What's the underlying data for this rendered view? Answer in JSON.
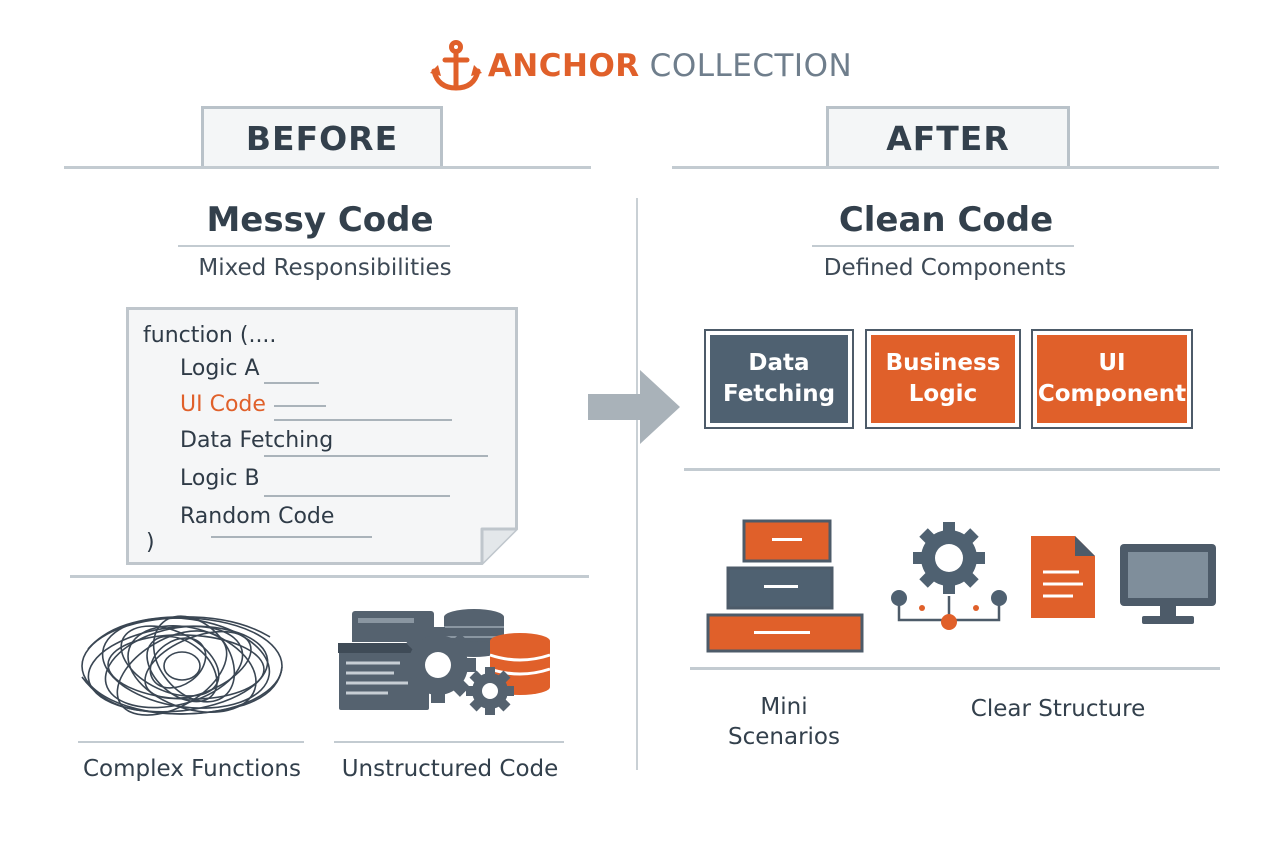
{
  "brand": {
    "word1": "ANCHOR",
    "word2": "COLLECTION",
    "icon": "anchor-icon"
  },
  "colors": {
    "orange": "#e0602a",
    "slate": "#4f6171",
    "dark": "#33404c",
    "line": "#c3cbd1"
  },
  "before": {
    "tab": "BEFORE",
    "title": "Messy Code",
    "subtitle": "Mixed Responsibilities",
    "code_lines": [
      "function (....",
      "Logic A",
      "UI Code",
      "Data Fetching",
      "Logic B",
      "Random Code",
      ")"
    ],
    "labels": [
      "Complex Functions",
      "Unstructured Code"
    ]
  },
  "after": {
    "tab": "AFTER",
    "title": "Clean Code",
    "subtitle": "Defined Components",
    "boxes": [
      {
        "line1": "Data",
        "line2": "Fetching",
        "color": "#4f6171"
      },
      {
        "line1": "Business",
        "line2": "Logic",
        "color": "#e0602a"
      },
      {
        "line1": "UI",
        "line2": "Component",
        "color": "#e0602a"
      }
    ],
    "labels": {
      "mini1": "Mini",
      "mini2": "Scenarios",
      "clear": "Clear Structure"
    }
  }
}
